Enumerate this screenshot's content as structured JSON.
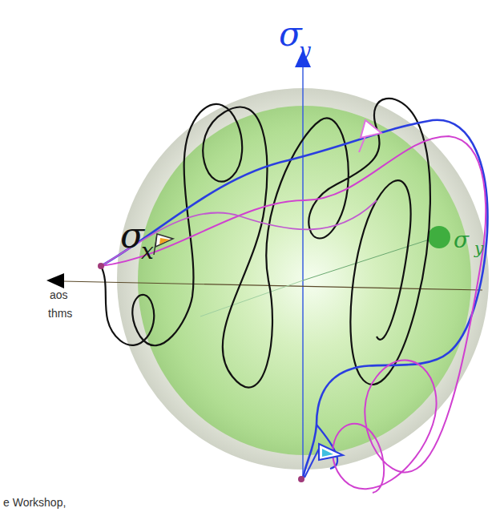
{
  "diagram": {
    "labels": [
      "σ",
      "y",
      "σ",
      "x",
      "σ",
      "y",
      "aos",
      "thms",
      "e Workshop,"
    ]
  }
}
